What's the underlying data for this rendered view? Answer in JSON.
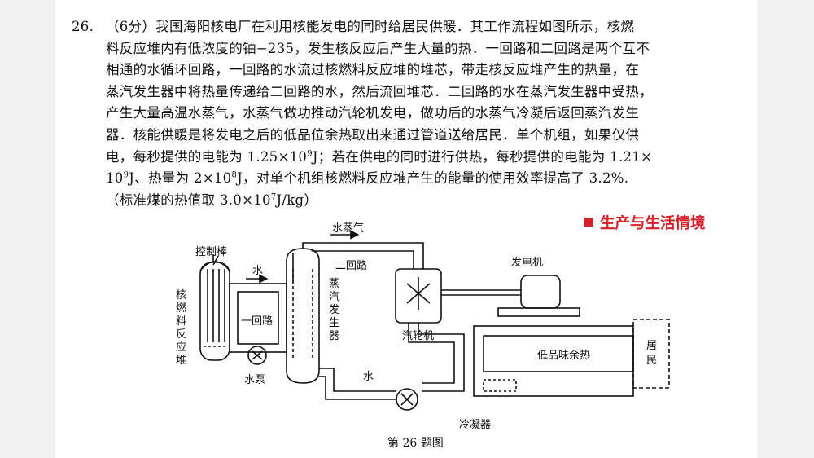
{
  "question": {
    "number": "26.",
    "lines": [
      "（6分）我国海阳核电厂在利用核能发电的同时给居民供暖．其工作流程如图所示，核燃",
      "料反应堆内有低浓度的铀−235，发生核反应后产生大量的热．一回路和二回路是两个互不",
      "相通的水循环回路，一回路的水流过核燃料反应堆的堆芯，带走核反应堆产生的热量，在",
      "蒸汽发生器中将热量传递给二回路的水，然后流回堆芯．二回路的水在蒸汽发生器中受热，",
      "产生大量高温水蒸气，水蒸气做功推动汽轮机发电，做功后的水蒸气冷凝后返回蒸汽发生",
      "器．核能供暖是将发电之后的低品位余热取出来通过管道送给居民．单个机组，如果仅供"
    ],
    "line7_a": "电，每秒提供的电能为 1.25×10",
    "line7_sup1": "9",
    "line7_b": "J；若在供电的同时进行供热，每秒提供的电能为 1.21×",
    "line8_a": "10",
    "line8_sup1": "9",
    "line8_b": "J、热量为 2×10",
    "line8_sup2": "8",
    "line8_c": "J，对单个机组核燃料反应堆产生的能量的使用效率提高了 3.2%.",
    "line9_a": "（标准煤的热值取 3.0×10",
    "line9_sup": "7",
    "line9_b": "J/kg）"
  },
  "tag": {
    "label": "生产与生活情境",
    "color": "#d6202a"
  },
  "diagram": {
    "control_rod": "控制棒",
    "reactor": [
      "核",
      "燃",
      "料",
      "反",
      "应",
      "堆"
    ],
    "water_top": "水",
    "loop1": "一回路",
    "pump": "水泵",
    "steam_gen": [
      "蒸",
      "汽",
      "发",
      "生",
      "器"
    ],
    "steam": "水蒸气",
    "loop2": "二回路",
    "turbine": "汽轮机",
    "generator": "发电机",
    "water_bottom": "水",
    "waste_heat": "低品味余热",
    "condenser": "冷凝器",
    "residents": [
      "居",
      "民"
    ],
    "caption": "第 26 题图"
  }
}
